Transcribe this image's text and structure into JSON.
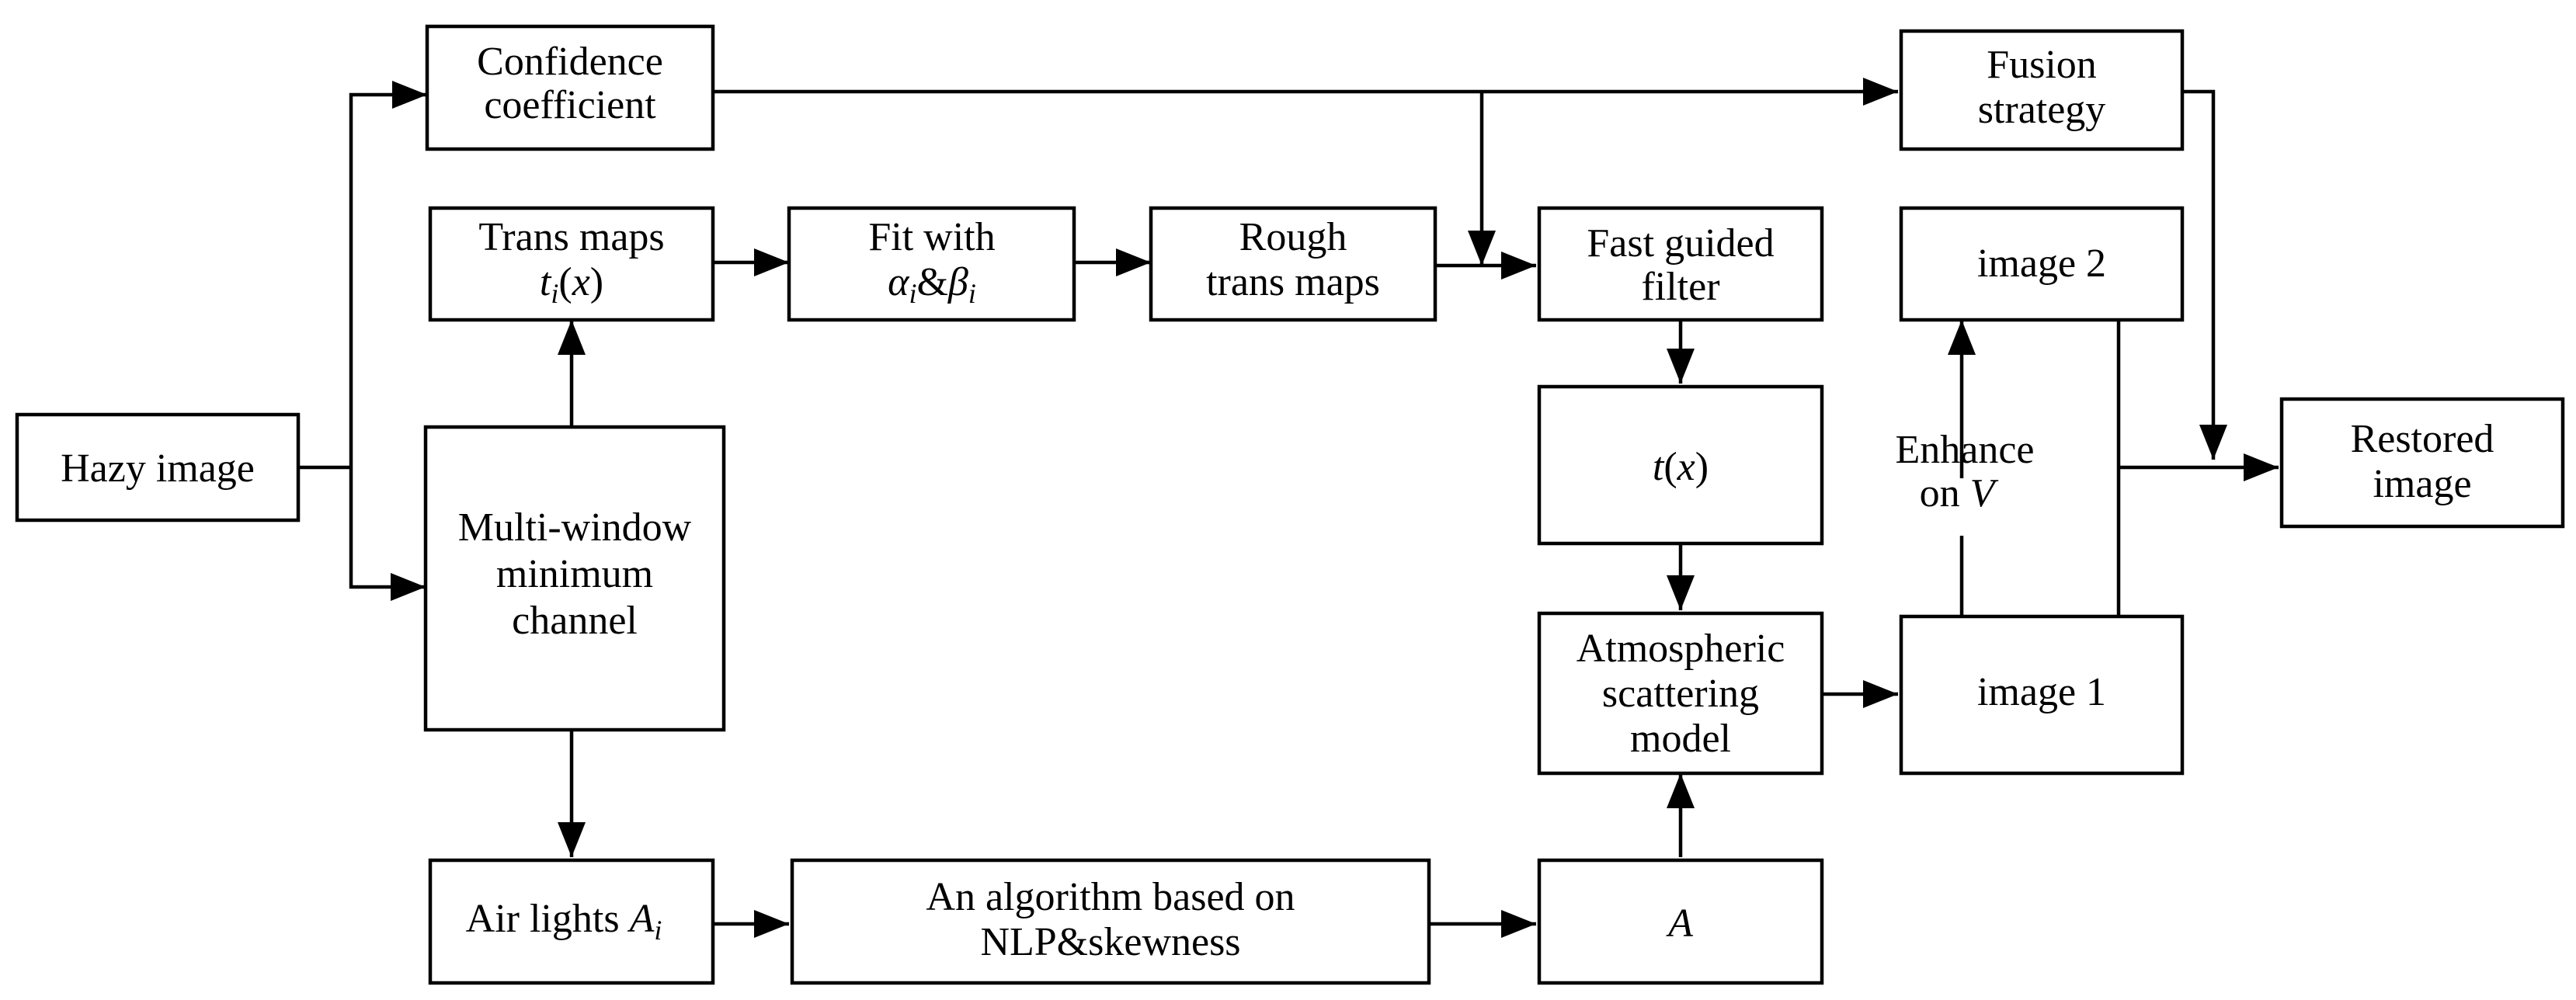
{
  "nodes": {
    "hazy": {
      "line1": "Hazy image"
    },
    "confidence": {
      "line1": "Confidence",
      "line2": "coefficient"
    },
    "trans_maps": {
      "line1": "Trans maps",
      "t": "t",
      "i": "i",
      "x_open": "(",
      "x": "x",
      "x_close": ")"
    },
    "fit": {
      "line1": "Fit with",
      "alpha": "α",
      "i1": "i",
      "amp": "&",
      "beta": "β",
      "i2": "i"
    },
    "rough": {
      "line1": "Rough",
      "line2": "trans maps"
    },
    "fast_guided": {
      "line1": "Fast guided",
      "line2": "filter"
    },
    "fusion": {
      "line1": "Fusion",
      "line2": "strategy"
    },
    "image2": {
      "line1": "image 2"
    },
    "restored": {
      "line1": "Restored",
      "line2": "image"
    },
    "multiwindow": {
      "line1": "Multi-window",
      "line2": "minimum",
      "line3": "channel"
    },
    "tx": {
      "t": "t",
      "open": "(",
      "x": "x",
      "close": ")"
    },
    "enhance": {
      "line1": "Enhance",
      "on": "on ",
      "v": "V"
    },
    "atmospheric": {
      "line1": "Atmospheric",
      "line2": "scattering",
      "line3": "model"
    },
    "image1": {
      "line1": "image 1"
    },
    "airlights": {
      "line1": "Air lights ",
      "a": "A",
      "i": "i"
    },
    "algorithm": {
      "line1": "An algorithm based on",
      "line2": "NLP&skewness"
    },
    "a_node": {
      "a": "A"
    }
  },
  "edges": [
    {
      "from": "Hazy image",
      "to": "Confidence coefficient"
    },
    {
      "from": "Hazy image",
      "to": "Multi-window minimum channel"
    },
    {
      "from": "Multi-window minimum channel",
      "to": "Trans maps"
    },
    {
      "from": "Multi-window minimum channel",
      "to": "Air lights"
    },
    {
      "from": "Trans maps",
      "to": "Fit with alpha&beta"
    },
    {
      "from": "Fit with alpha&beta",
      "to": "Rough trans maps"
    },
    {
      "from": "Rough trans maps",
      "to": "Fast guided filter"
    },
    {
      "from": "Confidence coefficient",
      "to": "Fast guided filter"
    },
    {
      "from": "Confidence coefficient",
      "to": "Fusion strategy"
    },
    {
      "from": "Fast guided filter",
      "to": "t(x)"
    },
    {
      "from": "t(x)",
      "to": "Atmospheric scattering model"
    },
    {
      "from": "Air lights",
      "to": "An algorithm based on NLP&skewness"
    },
    {
      "from": "An algorithm based on NLP&skewness",
      "to": "A"
    },
    {
      "from": "A",
      "to": "Atmospheric scattering model"
    },
    {
      "from": "Atmospheric scattering model",
      "to": "image 1"
    },
    {
      "from": "image 1",
      "to": "image 2",
      "label": "Enhance on V"
    },
    {
      "from": "image 1",
      "to": "Restored image"
    },
    {
      "from": "image 2",
      "to": "Restored image"
    },
    {
      "from": "Fusion strategy",
      "to": "Restored image"
    }
  ]
}
